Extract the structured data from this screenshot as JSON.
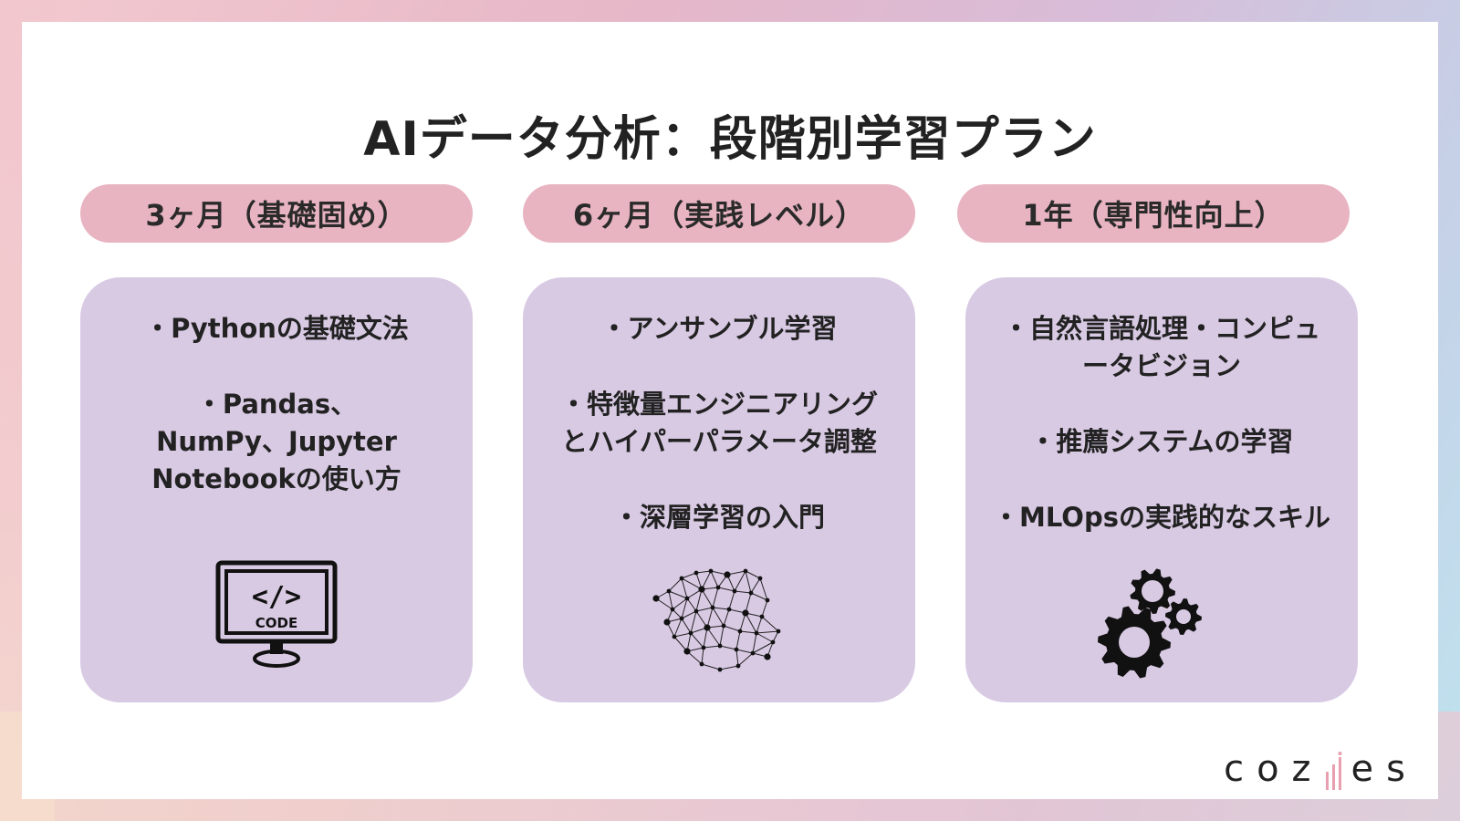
{
  "slide": {
    "title": "AIデータ分析：段階別学習プラン"
  },
  "phases": [
    {
      "label": "3ヶ月（基礎固め）",
      "items": [
        "・Pythonの基礎文法",
        "・Pandas、NumPy、Jupyter Notebookの使い方"
      ],
      "icon_name": "monitor-code-icon",
      "icon_text": "CODE",
      "icon_symbol": "</>"
    },
    {
      "label": "6ヶ月（実践レベル）",
      "items": [
        "・アンサンブル学習",
        "・特徴量エンジニアリングとハイパーパラメータ調整",
        "・深層学習の入門"
      ],
      "icon_name": "neural-network-icon"
    },
    {
      "label": "1年（専門性向上）",
      "items": [
        "・自然言語処理・コンピュータビジョン",
        "・推薦システムの学習",
        "・MLOpsの実践的なスキル"
      ],
      "icon_name": "gears-icon"
    }
  ],
  "logo": {
    "text_left": "coz",
    "text_right": "es"
  },
  "colors": {
    "pill": "#e8b4c1",
    "card": "#d9cae4",
    "text": "#222222",
    "logo_accent": "#e8a0b0"
  }
}
